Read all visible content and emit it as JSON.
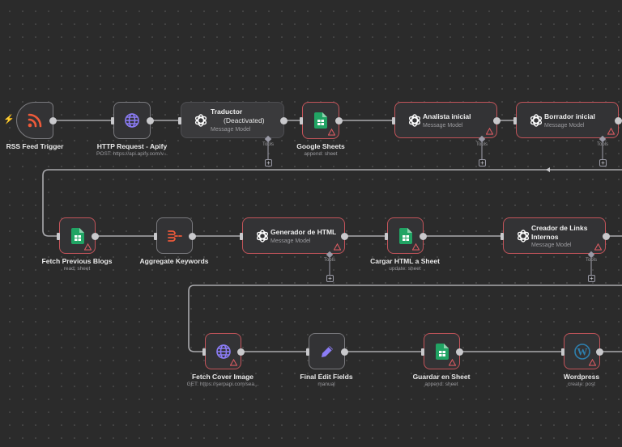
{
  "canvas": {
    "background": "#2b2b2b",
    "error_border": "#c3545a",
    "accent_openai": "#ffffff",
    "accent_http": "#8b7cf6",
    "accent_rss": "#ee5a3a",
    "accent_sheets": "#21a464",
    "accent_wordpress": "#2e7fae"
  },
  "nodes": [
    {
      "id": "rss",
      "label": "RSS Feed Trigger",
      "subtitle": "",
      "icon": "rss-icon"
    },
    {
      "id": "http",
      "label": "HTTP Request - Apify",
      "subtitle": "POST: https://api.apify.com/v...",
      "icon": "globe-icon"
    },
    {
      "id": "traductor",
      "title": "Traductor",
      "status": "(Deactivated)",
      "subtitle": "Message Model",
      "icon": "openai-icon",
      "port_label": "Tools"
    },
    {
      "id": "gsheets",
      "label": "Google Sheets",
      "subtitle": "append: sheet",
      "icon": "google-sheets-icon"
    },
    {
      "id": "analista",
      "title": "Analista inicial",
      "subtitle": "Message Model",
      "icon": "openai-icon",
      "port_label": "Tools"
    },
    {
      "id": "borrador",
      "title": "Borrador inicial",
      "subtitle": "Message Model",
      "icon": "openai-icon",
      "port_label": "Tools"
    },
    {
      "id": "fetchblogs",
      "label": "Fetch Previous Blogs",
      "subtitle": "read: sheet",
      "icon": "google-sheets-icon"
    },
    {
      "id": "aggregate",
      "label": "Aggregate Keywords",
      "subtitle": "",
      "icon": "aggregate-icon"
    },
    {
      "id": "generador",
      "title": "Generador de HTML",
      "subtitle": "Message Model",
      "icon": "openai-icon",
      "port_label": "Tools"
    },
    {
      "id": "cargar",
      "label": "Cargar HTML a Sheet",
      "subtitle": "update: sheet",
      "icon": "google-sheets-icon"
    },
    {
      "id": "creador",
      "title": "Creador de Links Internos",
      "subtitle": "Message Model",
      "icon": "openai-icon",
      "port_label": "Tools"
    },
    {
      "id": "fetchcover",
      "label": "Fetch Cover Image",
      "subtitle": "GET: https://serpapi.com/sea...",
      "icon": "globe-icon"
    },
    {
      "id": "finaledit",
      "label": "Final Edit Fields",
      "subtitle": "manual",
      "icon": "pencil-icon"
    },
    {
      "id": "guardar",
      "label": "Guardar en Sheet",
      "subtitle": "append: sheet",
      "icon": "google-sheets-icon"
    },
    {
      "id": "wordpress",
      "label": "Wordpress",
      "subtitle": "create: post",
      "icon": "wordpress-icon"
    }
  ],
  "plus_symbol": "+"
}
